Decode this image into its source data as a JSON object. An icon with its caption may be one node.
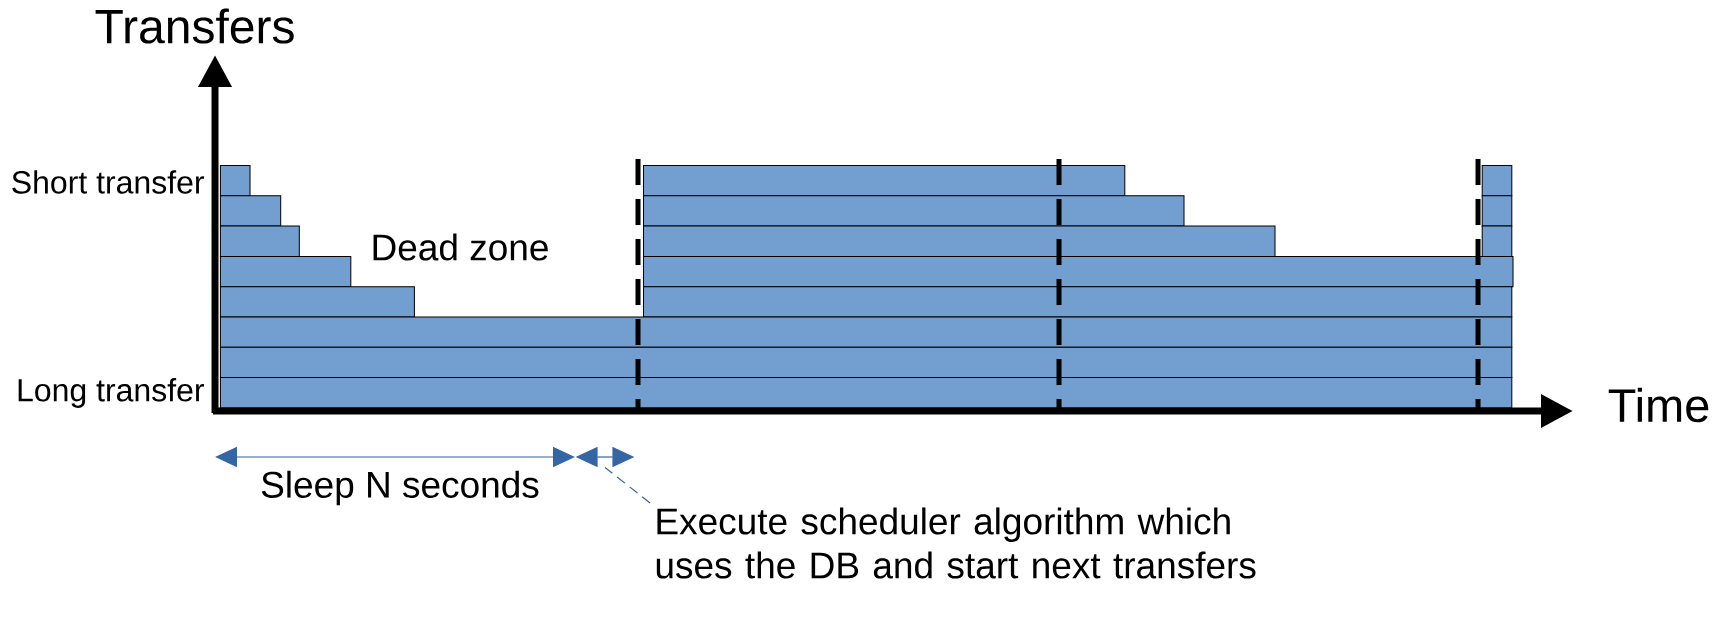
{
  "diagram": {
    "nodes": [
      {
        "text": [
          "Execute scheduler algorithm which uses the DB and start next transfers"
        ]
      },
      {
        "text": [],
        "shape": "arrow"
      }
    ],
    "edges": [
      {
        "from": 0,
        "to": 1,
        "arrow": "none",
        "style": "dashed",
        "color": "#3465a4"
      }
    ],
    "labels": [
      "Transfers",
      "Short transfer",
      "Dead zone",
      "Time",
      "Long transfer",
      "Sleep N seconds"
    ]
  }
}
